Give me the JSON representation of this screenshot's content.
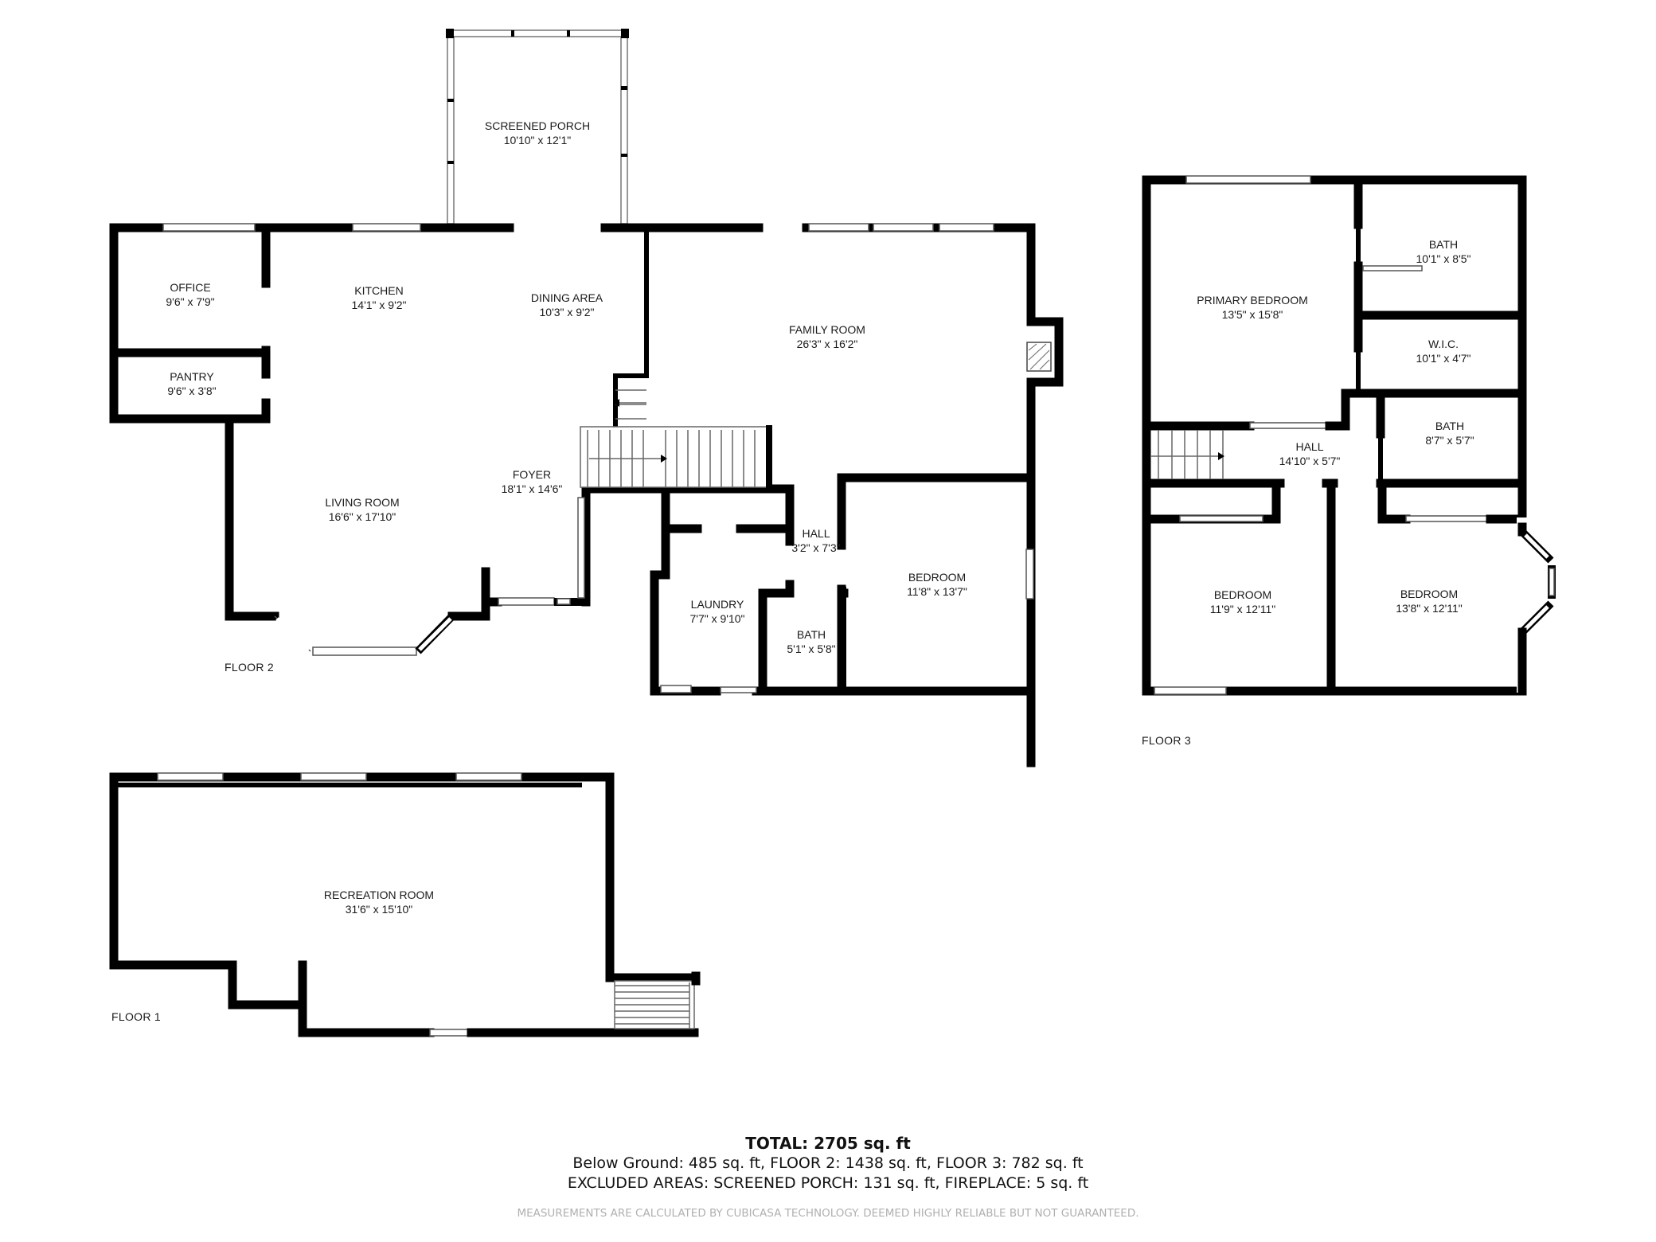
{
  "floors": [
    {
      "label": "FLOOR 2",
      "rooms": [
        {
          "name": "SCREENED PORCH",
          "dims": "10'10\" x 12'1\""
        },
        {
          "name": "OFFICE",
          "dims": "9'6\" x 7'9\""
        },
        {
          "name": "KITCHEN",
          "dims": "14'1\" x 9'2\""
        },
        {
          "name": "DINING AREA",
          "dims": "10'3\" x 9'2\""
        },
        {
          "name": "FAMILY ROOM",
          "dims": "26'3\" x 16'2\""
        },
        {
          "name": "PANTRY",
          "dims": "9'6\" x 3'8\""
        },
        {
          "name": "FOYER",
          "dims": "18'1\" x 14'6\""
        },
        {
          "name": "LIVING ROOM",
          "dims": "16'6\" x 17'10\""
        },
        {
          "name": "HALL",
          "dims": "3'2\" x 7'3\""
        },
        {
          "name": "BEDROOM",
          "dims": "11'8\" x 13'7\""
        },
        {
          "name": "LAUNDRY",
          "dims": "7'7\" x 9'10\""
        },
        {
          "name": "BATH",
          "dims": "5'1\" x 5'8\""
        }
      ]
    },
    {
      "label": "FLOOR 3",
      "rooms": [
        {
          "name": "BATH",
          "dims": "10'1\" x 8'5\""
        },
        {
          "name": "PRIMARY BEDROOM",
          "dims": "13'5\" x 15'8\""
        },
        {
          "name": "W.I.C.",
          "dims": "10'1\" x 4'7\""
        },
        {
          "name": "HALL",
          "dims": "14'10\" x 5'7\""
        },
        {
          "name": "BATH",
          "dims": "8'7\" x 5'7\""
        },
        {
          "name": "BEDROOM",
          "dims": "11'9\" x 12'11\""
        },
        {
          "name": "BEDROOM",
          "dims": "13'8\" x 12'11\""
        }
      ]
    },
    {
      "label": "FLOOR 1",
      "rooms": [
        {
          "name": "RECREATION ROOM",
          "dims": "31'6\" x 15'10\""
        }
      ]
    }
  ],
  "summary": {
    "total": "TOTAL: 2705 sq. ft",
    "breakdown": "Below Ground: 485 sq. ft, FLOOR 2: 1438 sq. ft, FLOOR 3: 782 sq. ft",
    "excluded": "EXCLUDED AREAS: SCREENED PORCH: 131 sq. ft, FIREPLACE: 5 sq. ft",
    "disclaimer": "MEASUREMENTS ARE CALCULATED BY CUBICASA TECHNOLOGY. DEEMED HIGHLY RELIABLE BUT NOT GUARANTEED."
  },
  "colors": {
    "wall": "#000000",
    "background": "#ffffff",
    "disclaimer": "#b0b0b0"
  }
}
